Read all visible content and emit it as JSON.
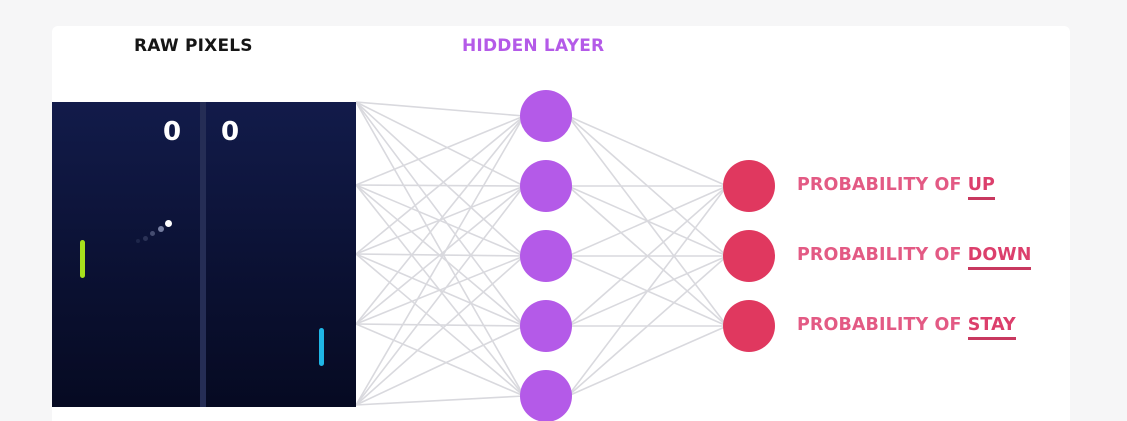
{
  "headings": {
    "raw": "RAW PIXELS",
    "hidden": "HIDDEN LAYER"
  },
  "pong": {
    "score_left": "0",
    "score_right": "0"
  },
  "outputs": [
    {
      "prefix": "PROBABILITY OF ",
      "action": "UP"
    },
    {
      "prefix": "PROBABILITY OF ",
      "action": "DOWN"
    },
    {
      "prefix": "PROBABILITY OF ",
      "action": "STAY"
    }
  ],
  "colors": {
    "hidden_node": "#b45ae8",
    "output_node": "#e0385f",
    "edge": "#d9d9de",
    "screen_bg": "#0b1133",
    "left_paddle": "#a8e01c",
    "right_paddle": "#1fb6e6"
  }
}
